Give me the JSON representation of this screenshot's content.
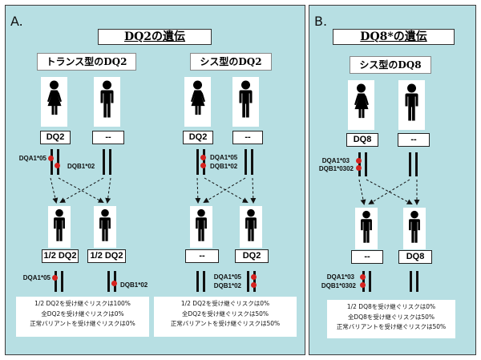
{
  "panel_a": {
    "letter": "A.",
    "title": "DQ2の遺伝",
    "trans": {
      "title": "トランス型のDQ2",
      "parent_labels": [
        "DQ2",
        "--"
      ],
      "parent_alleles": [
        "DQA1*05",
        "DQB1*02"
      ],
      "child_labels": [
        "1/2 DQ2",
        "1/2 DQ2"
      ],
      "child_alleles": [
        "DQA1*05",
        "DQB1*02"
      ],
      "risk": [
        "1/2 DQ2を受け継ぐリスクは100%",
        "全DQ2を受け継ぐリスクは0%",
        "正常バリアントを受け継ぐリスクは0%"
      ]
    },
    "cis": {
      "title": "シス型のDQ2",
      "parent_labels": [
        "DQ2",
        "--"
      ],
      "parent_alleles": [
        "DQA1*05",
        "DQB1*02"
      ],
      "child_labels": [
        "--",
        "DQ2"
      ],
      "child_alleles": [
        "DQA1*05",
        "DQB1*02"
      ],
      "risk": [
        "1/2 DQ2を受け継ぐリスクは0%",
        "全DQ2を受け継ぐリスクは50%",
        "正常バリアントを受け継ぐリスクは50%"
      ]
    }
  },
  "panel_b": {
    "letter": "B.",
    "title": "DQ8*の遺伝",
    "cis": {
      "title": "シス型のDQ8",
      "parent_labels": [
        "DQ8",
        "--"
      ],
      "parent_alleles": [
        "DQA1*03",
        "DQB1*0302"
      ],
      "child_labels": [
        "--",
        "DQ8"
      ],
      "child_alleles": [
        "DQA1*03",
        "DQB1*0302"
      ],
      "risk": [
        "1/2 DQ8を受け継ぐリスクは0%",
        "全DQ8を受け継ぐリスクは50%",
        "正常バリアントを受け継ぐリスクは50%"
      ]
    }
  },
  "colors": {
    "panel_bg": "#b7dfe3",
    "allele_dot": "#d6231f",
    "border": "#3c3c3c"
  }
}
